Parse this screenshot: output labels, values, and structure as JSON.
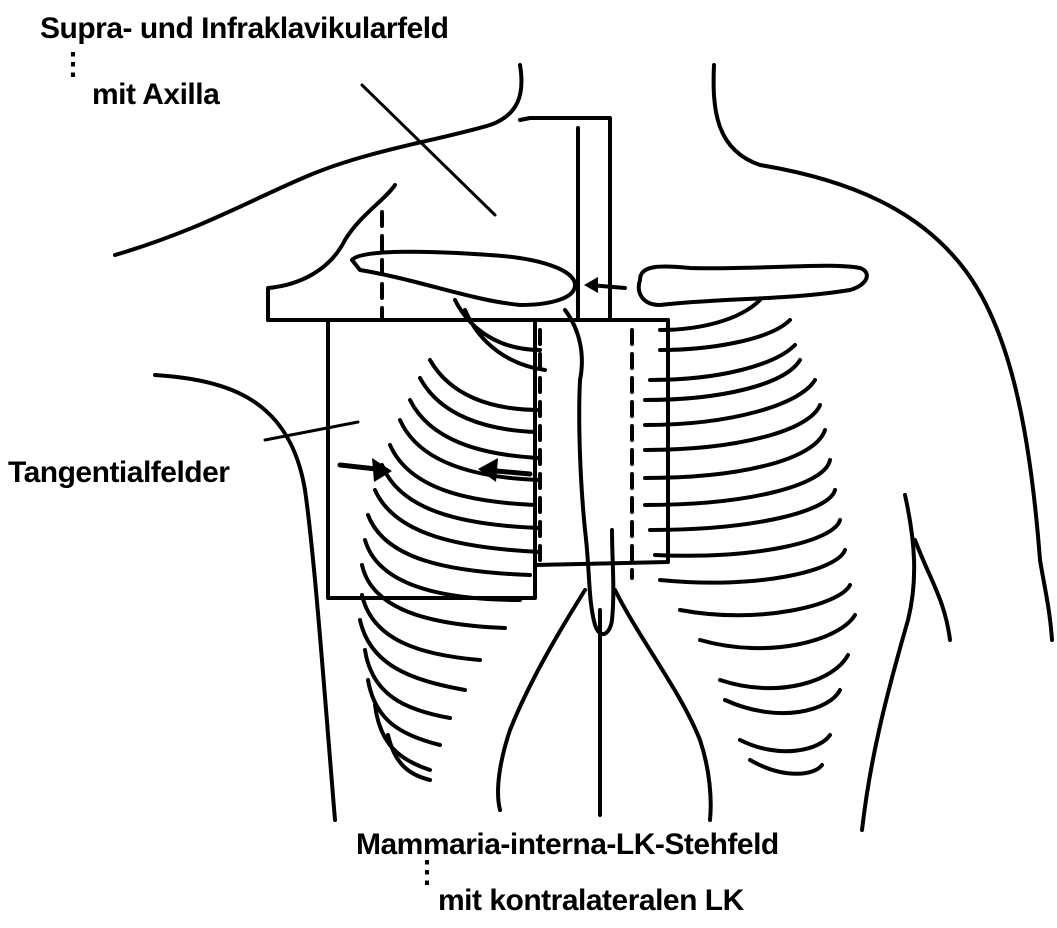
{
  "labels": {
    "supra": "Supra- und Infraklavikularfeld",
    "axilla": "mit Axilla",
    "tangential": "Tangentialfelder",
    "mammaria": "Mammaria-interna-LK-Stehfeld",
    "kontralateral": "mit kontralateralen LK"
  },
  "colors": {
    "ink": "#000000",
    "paper": "#ffffff"
  }
}
